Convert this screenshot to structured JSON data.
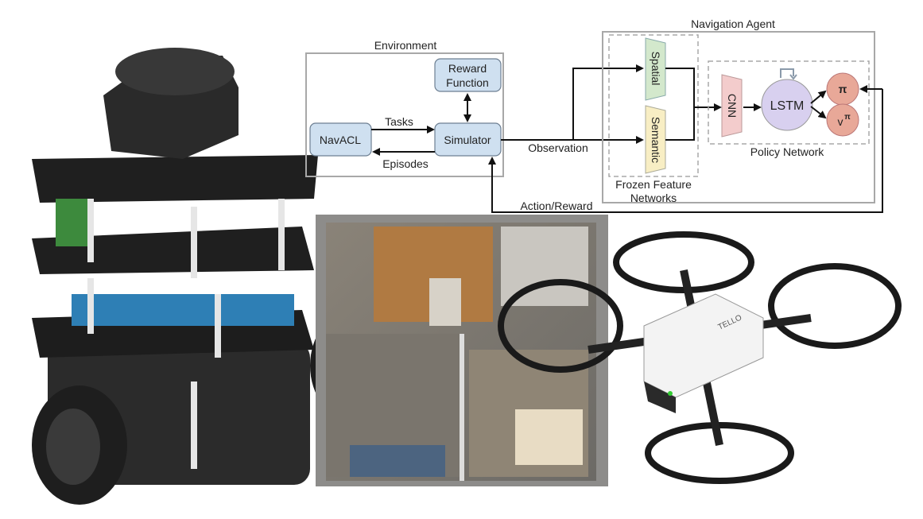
{
  "environment": {
    "title": "Environment",
    "reward_function": [
      "Reward",
      "Function"
    ],
    "navacl": "NavACL",
    "simulator": "Simulator",
    "tasks": "Tasks",
    "episodes": "Episodes"
  },
  "connections": {
    "observation": "Observation",
    "action_reward": "Action/Reward"
  },
  "agent": {
    "title": "Navigation Agent",
    "spatial": "Spatial",
    "semantic": "Semantic",
    "frozen_label": [
      "Frozen Feature",
      "Networks"
    ],
    "cnn": "CNN",
    "lstm": "LSTM",
    "pi": "π",
    "value": "v",
    "value_sup": "π",
    "policy_label": "Policy Network"
  },
  "photos": {
    "drone_brand": "TELLO"
  },
  "colors": {
    "env_box": "#cfe0f0",
    "spatial": "#d3e8cc",
    "semantic": "#f8eec4",
    "cnn": "#f3cccc",
    "lstm": "#d8d0ef",
    "heads": "#e8a898"
  }
}
